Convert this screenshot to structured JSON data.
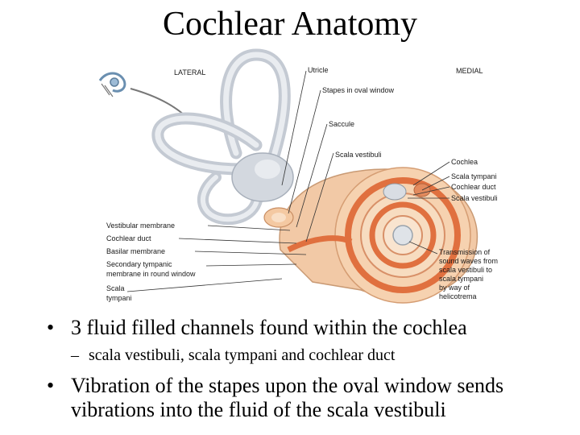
{
  "slide": {
    "title": "Cochlear Anatomy",
    "bullets": [
      "3 fluid filled channels found within the cochlea",
      "scala vestibuli, scala tympani and cochlear duct",
      "Vibration of the stapes upon the oval window sends vibrations into the fluid of the scala vestibuli"
    ],
    "bullet_marker": "•",
    "sub_marker": "–"
  },
  "figure": {
    "labels": {
      "lateral": "LATERAL",
      "medial": "MEDIAL",
      "utricle": "Utricle",
      "stapes": "Stapes in oval window",
      "saccule": "Saccule",
      "scala_vestibuli_top": "Scala vestibuli",
      "cochlea": "Cochlea",
      "scala_tympani_right": "Scala tympani",
      "cochlear_duct_right": "Cochlear duct",
      "scala_vestibuli_right": "Scala vestibuli",
      "vestibular_membrane": "Vestibular membrane",
      "cochlear_duct_left": "Cochlear duct",
      "basilar_membrane": "Basilar membrane",
      "secondary_tympanic_1": "Secondary tympanic",
      "secondary_tympanic_2": "membrane in round window",
      "scala_tympani_left_1": "Scala",
      "scala_tympani_left_2": "tympani",
      "transmission_1": "Transmission of",
      "transmission_2": "sound waves from",
      "transmission_3": "scala vestibuli to",
      "transmission_4": "scala tympani",
      "transmission_5": "by way of",
      "transmission_6": "helicotrema"
    }
  }
}
